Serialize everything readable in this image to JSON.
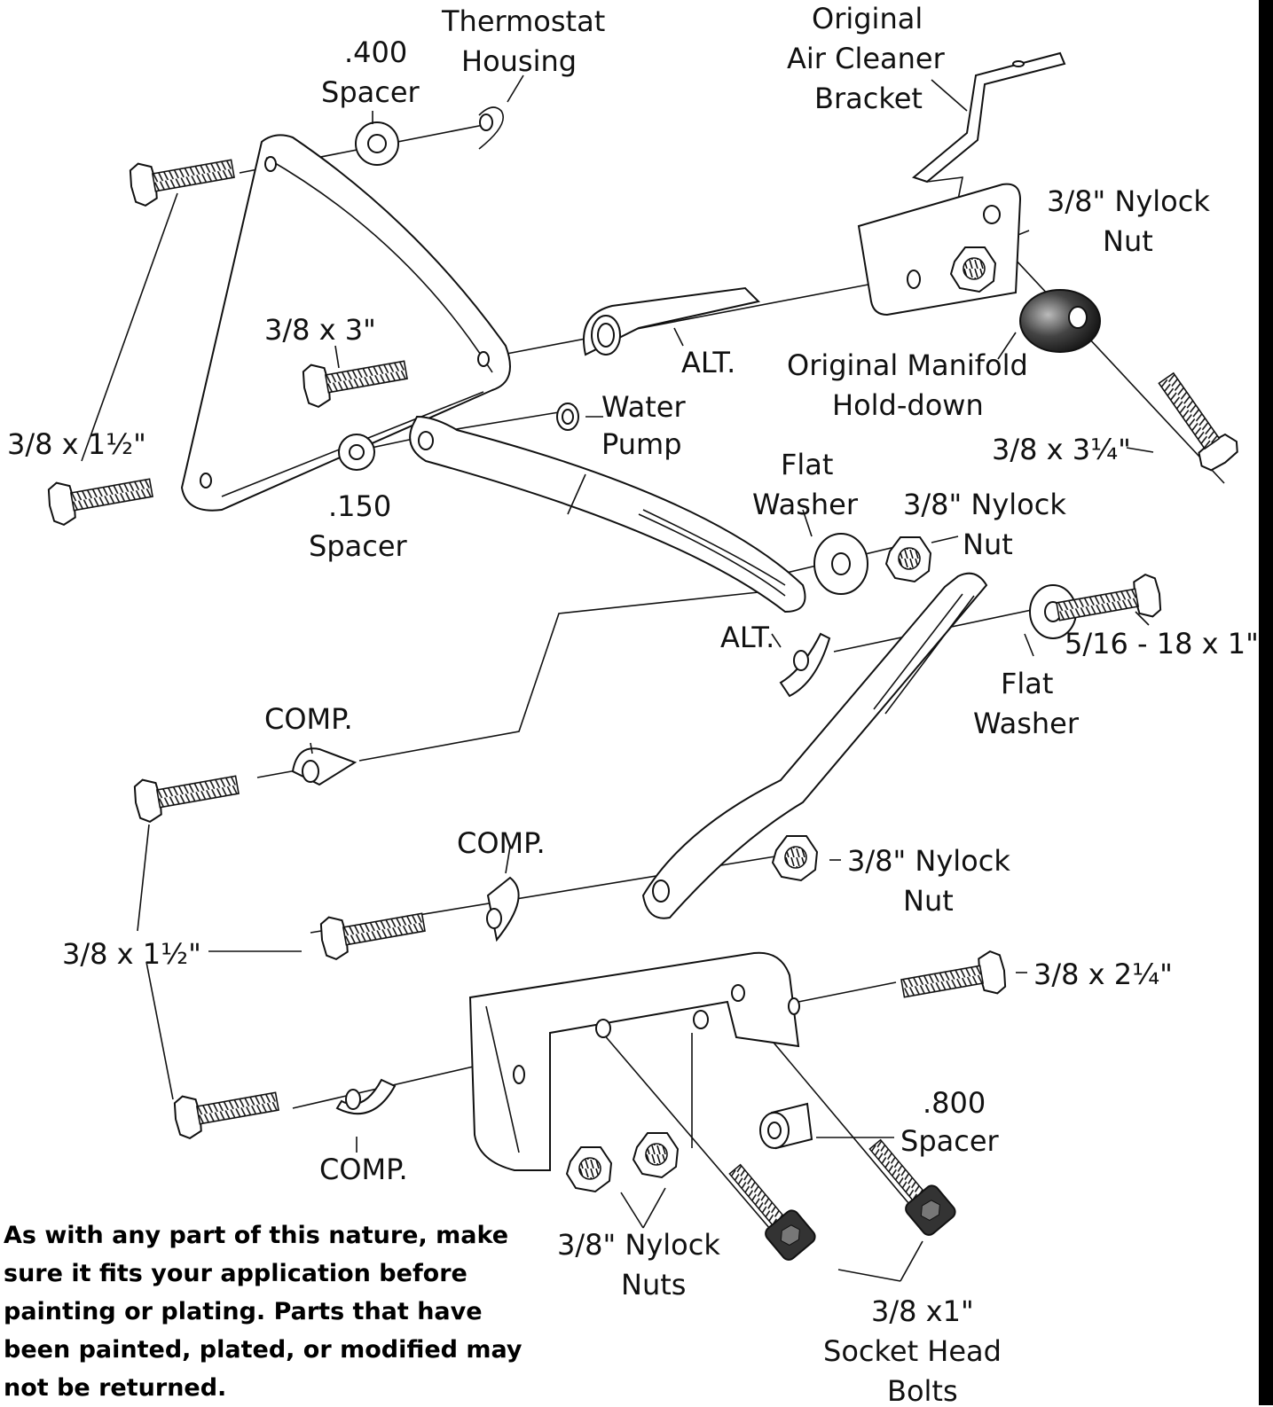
{
  "labels": {
    "thermostat": [
      "Thermostat",
      "Housing"
    ],
    "spacer400": [
      ".400",
      "Spacer"
    ],
    "air_cleaner": [
      "Original",
      "Air Cleaner",
      "Bracket"
    ],
    "nylock_top": [
      "3/8\" Nylock",
      "Nut"
    ],
    "bolt_3_8x3": "3/8 x 3\"",
    "alt1": "ALT.",
    "manifold": [
      "Original Manifold",
      "Hold-down"
    ],
    "bolt_314": "3/8 x 3¼\"",
    "water_pump": [
      "Water",
      "Pump"
    ],
    "bolt_112_top": "3/8 x 1½\"",
    "spacer150": [
      ".150",
      "Spacer"
    ],
    "flat_washer1": [
      "Flat",
      "Washer"
    ],
    "nylock_mid": [
      "3/8\" Nylock",
      "Nut"
    ],
    "alt2": "ALT.",
    "bolt_516": "5/16 - 18 x 1\"",
    "flat_washer2": [
      "Flat",
      "Washer"
    ],
    "comp1": "COMP.",
    "comp2": "COMP.",
    "nylock_low": [
      "3/8\" Nylock",
      "Nut"
    ],
    "bolt_112_low": "3/8 x 1½\"",
    "bolt_214": "3/8 x 2¼\"",
    "spacer800": [
      ".800",
      "Spacer"
    ],
    "comp3": "COMP.",
    "nylock_nuts": [
      "3/8\" Nylock",
      "Nuts"
    ],
    "socket_bolts": [
      "3/8 x1\"",
      "Socket Head",
      "Bolts"
    ]
  },
  "note": "As with any part of this nature, make sure it fits your application before painting or plating.  Parts that have been painted, plated, or modified may not be returned."
}
